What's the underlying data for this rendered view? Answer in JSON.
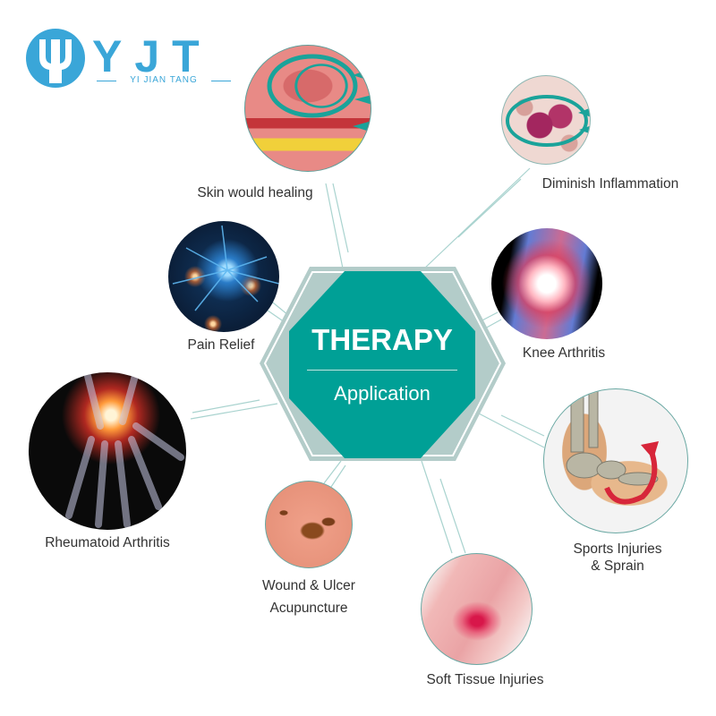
{
  "brand": {
    "logo_mark": "yjt-trident-logo-icon",
    "name": "YJT",
    "tagline": "YI JIAN TANG",
    "color": "#3aa6d8"
  },
  "center": {
    "title": "THERAPY",
    "subtitle": "Application",
    "fill_color": "#00a096",
    "frame_color": "#b3ccc9"
  },
  "connector_color": "#a9d3cf",
  "applications": [
    {
      "id": "skin",
      "label": "Skin would healing",
      "image": "skin-tissue-cross-section-image"
    },
    {
      "id": "inflammation",
      "label": "Diminish Inflammation",
      "image": "blood-cells-microscope-image"
    },
    {
      "id": "pain",
      "label": "Pain Relief",
      "image": "glowing-neuron-image"
    },
    {
      "id": "knee",
      "label": "Knee Arthritis",
      "image": "knee-joint-xray-image"
    },
    {
      "id": "rheumatoid",
      "label": "Rheumatoid Arthritis",
      "image": "hand-joint-xray-image"
    },
    {
      "id": "sports",
      "label_line1": "Sports Injuries",
      "label_line2": "& Sprain",
      "image": "ankle-sprain-illustration-image"
    },
    {
      "id": "wound",
      "label_line1": "Wound & Ulcer",
      "label_line2": "Acupuncture",
      "image": "skin-wound-closeup-image"
    },
    {
      "id": "soft",
      "label": "Soft Tissue Injuries",
      "image": "muscle-tissue-illustration-image"
    }
  ]
}
